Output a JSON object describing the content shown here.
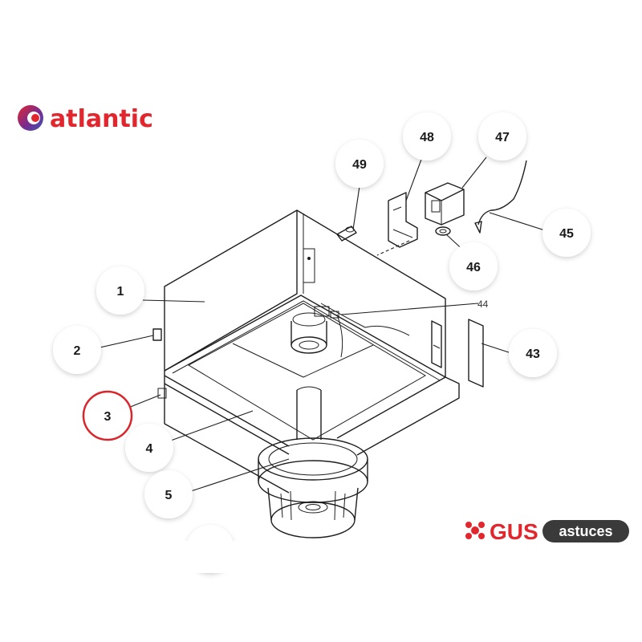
{
  "brand": {
    "name": "atlantic",
    "color": "#e2262d",
    "logo_colors": [
      "#e2262d",
      "#7a2b8f",
      "#3a55b4"
    ]
  },
  "watermark": {
    "gus": "GUS",
    "astuces": "astuces",
    "gus_color": "#e2262d",
    "astuces_bg": "#3a3a3a"
  },
  "callouts": [
    {
      "id": "1",
      "label": "1"
    },
    {
      "id": "2",
      "label": "2"
    },
    {
      "id": "3",
      "label": "3",
      "highlighted": true
    },
    {
      "id": "4",
      "label": "4"
    },
    {
      "id": "5",
      "label": "5"
    },
    {
      "id": "43",
      "label": "43"
    },
    {
      "id": "44",
      "label": "44",
      "plain": true
    },
    {
      "id": "45",
      "label": "45"
    },
    {
      "id": "46",
      "label": "46"
    },
    {
      "id": "47",
      "label": "47"
    },
    {
      "id": "48",
      "label": "48"
    },
    {
      "id": "49",
      "label": "49"
    }
  ],
  "highlight_color": "#d9252b"
}
